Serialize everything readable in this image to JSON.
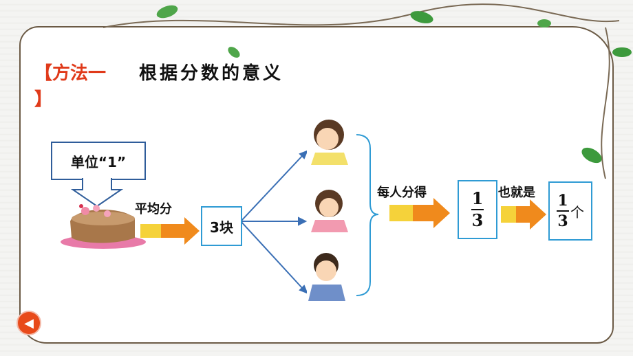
{
  "title": {
    "bracket_open": "【",
    "method": "方法一",
    "bracket_close": "】",
    "heading": "根据分数的意义"
  },
  "bubble": {
    "text": "单位“1”"
  },
  "labels": {
    "average": "平均分",
    "each_gets": "每人分得",
    "that_is": "也就是"
  },
  "pieces_box": {
    "text": "3块"
  },
  "fraction1": {
    "numerator": "1",
    "denominator": "3"
  },
  "fraction2": {
    "numerator": "1",
    "denominator": "3",
    "unit": "个"
  },
  "colors": {
    "accent_red": "#e03a1a",
    "box_blue": "#2f9bd4",
    "arrow_blue": "#3a6fb5",
    "arrow_orange": "#f08a1c"
  },
  "icons": [
    "cake-icon",
    "girl-icon",
    "girl-icon",
    "boy-icon",
    "back-arrow-icon"
  ]
}
